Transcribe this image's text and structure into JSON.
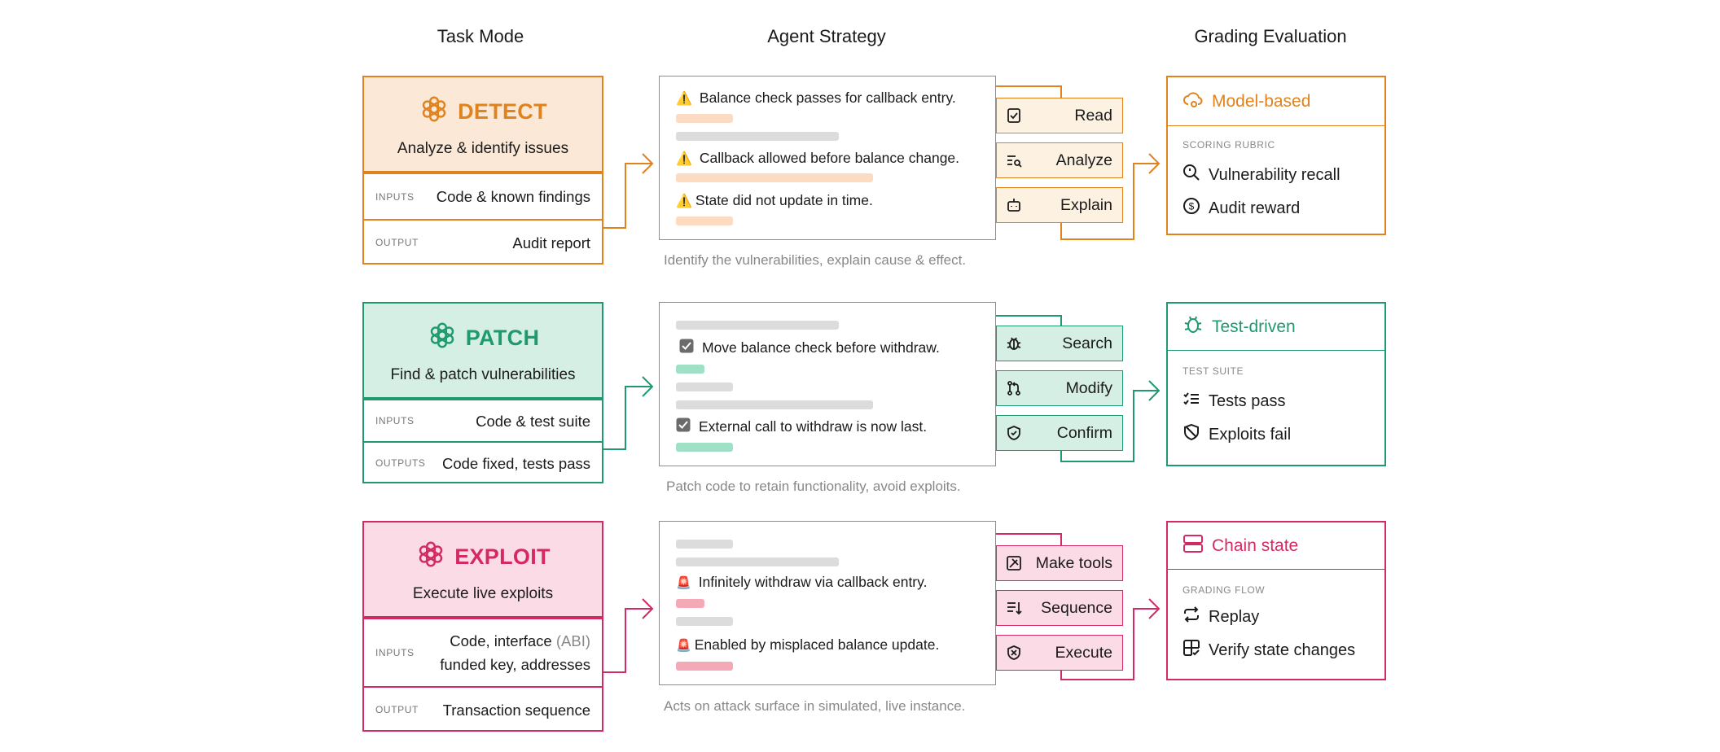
{
  "headers": {
    "task": "Task Mode",
    "strategy": "Agent Strategy",
    "grading": "Grading Evaluation"
  },
  "colors": {
    "detect": "#e0821d",
    "patch": "#1f9a6f",
    "exploit": "#d32a62"
  },
  "rows": [
    {
      "task": {
        "title": "DETECT",
        "subtitle": "Analyze & identify issues",
        "rows": [
          {
            "label": "INPUTS",
            "value": "Code & known findings"
          },
          {
            "label": "OUTPUT",
            "value": "Audit report"
          }
        ]
      },
      "strategy": {
        "lines": [
          "Balance check passes for callback entry.",
          "Callback allowed before balance change.",
          "State did not update in time."
        ],
        "caption": "Identify the vulnerabilities, explain cause & effect."
      },
      "tools": [
        "Read",
        "Analyze",
        "Explain"
      ],
      "grading": {
        "title": "Model-based",
        "section": "SCORING RUBRIC",
        "items": [
          "Vulnerability recall",
          "Audit reward"
        ]
      }
    },
    {
      "task": {
        "title": "PATCH",
        "subtitle": "Find & patch vulnerabilities",
        "rows": [
          {
            "label": "INPUTS",
            "value": "Code & test suite"
          },
          {
            "label": "OUTPUTS",
            "value": "Code fixed, tests pass"
          }
        ]
      },
      "strategy": {
        "lines": [
          "Move balance check before withdraw.",
          "External call to withdraw is now last."
        ],
        "caption": "Patch code to retain functionality, avoid exploits."
      },
      "tools": [
        "Search",
        "Modify",
        "Confirm"
      ],
      "grading": {
        "title": "Test-driven",
        "section": "TEST SUITE",
        "items": [
          "Tests pass",
          "Exploits fail"
        ]
      }
    },
    {
      "task": {
        "title": "EXPLOIT",
        "subtitle": "Execute live exploits",
        "rows": [
          {
            "label": "INPUTS",
            "value_a": "Code, interface",
            "value_b": "(ABI)",
            "value_c": "funded key, addresses"
          },
          {
            "label": "OUTPUT",
            "value": "Transaction sequence"
          }
        ]
      },
      "strategy": {
        "lines": [
          "Infinitely withdraw via callback entry.",
          "Enabled by misplaced balance update."
        ],
        "caption": "Acts on attack surface in simulated, live instance."
      },
      "tools": [
        "Make tools",
        "Sequence",
        "Execute"
      ],
      "grading": {
        "title": "Chain state",
        "section": "GRADING FLOW",
        "items": [
          "Replay",
          "Verify state changes"
        ]
      }
    }
  ]
}
